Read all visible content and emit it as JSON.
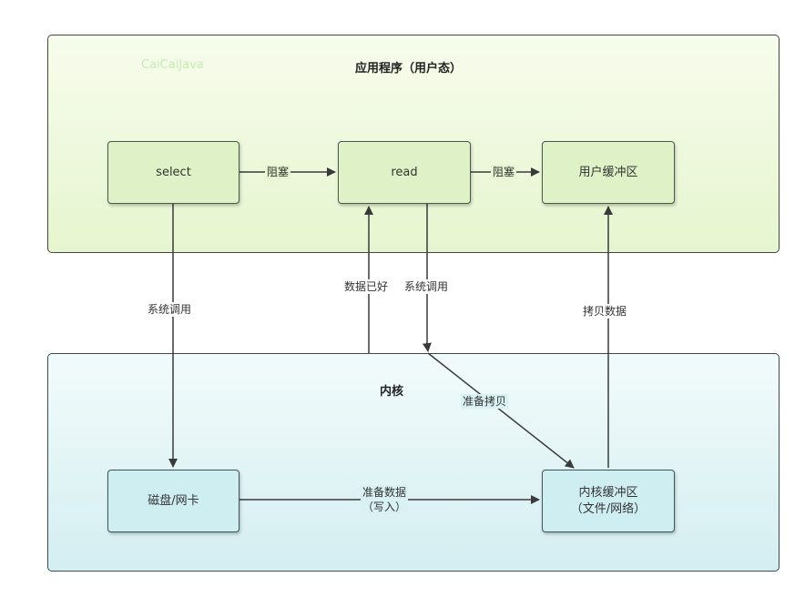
{
  "panels": {
    "user": {
      "title": "应用程序（用户态）",
      "watermark": "CaiCaiJava"
    },
    "kernel": {
      "title": "内核"
    }
  },
  "nodes": {
    "select": "select",
    "read": "read",
    "user_buffer": "用户缓冲区",
    "disk_nic": "磁盘/网卡",
    "kernel_buffer": "内核缓冲区\n（文件/网络）"
  },
  "edges": {
    "select_to_read": "阻塞",
    "read_to_user_buffer": "阻塞",
    "select_syscall": "系统调用",
    "data_ready": "数据已好",
    "read_syscall": "系统调用",
    "copy_data": "拷贝数据",
    "prepare_copy": "准备拷贝",
    "prepare_data": "准备数据\n（写入）"
  },
  "colors": {
    "user_panel": "#e6f5cf",
    "kernel_panel": "#d4eef1",
    "node_green": "#dff1c7",
    "node_blue": "#cfeef2",
    "line": "#3a3a3a"
  }
}
